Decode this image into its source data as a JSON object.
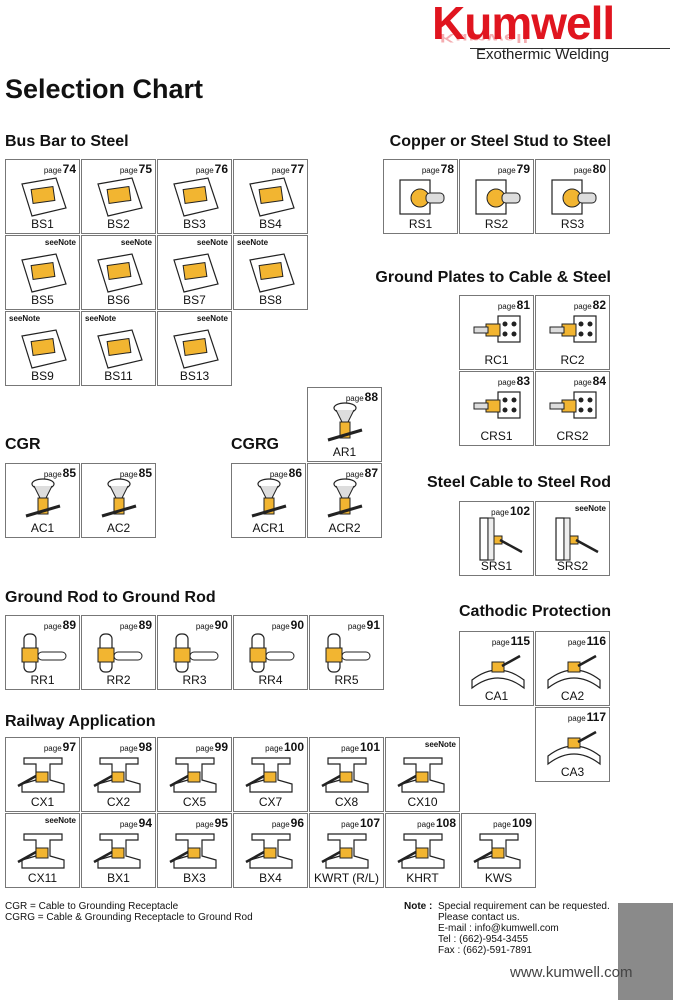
{
  "brand": {
    "name": "Kumwell",
    "tagline": "Exothermic Welding",
    "accent": "#e0151f",
    "product_color": "#f2b531"
  },
  "title": "Selection Chart",
  "sections": {
    "bus_bar": "Bus Bar to Steel",
    "stud": "Copper or Steel Stud to Steel",
    "ground_plates": "Ground Plates to Cable & Steel",
    "cgr": "CGR",
    "cgrg": "CGRG",
    "steel_cable": "Steel Cable to Steel Rod",
    "ground_rod": "Ground Rod to Ground Rod",
    "cathodic": "Cathodic Protection",
    "railway": "Railway Application"
  },
  "page_word": "page",
  "see_note": "seeNote",
  "items": [
    {
      "label": "BS1",
      "page": "74"
    },
    {
      "label": "BS2",
      "page": "75"
    },
    {
      "label": "BS3",
      "page": "76"
    },
    {
      "label": "BS4",
      "page": "77"
    },
    {
      "label": "BS5",
      "page": ""
    },
    {
      "label": "BS6",
      "page": ""
    },
    {
      "label": "BS7",
      "page": ""
    },
    {
      "label": "BS8",
      "page": ""
    },
    {
      "label": "BS9",
      "page": ""
    },
    {
      "label": "BS11",
      "page": ""
    },
    {
      "label": "BS13",
      "page": ""
    },
    {
      "label": "RS1",
      "page": "78"
    },
    {
      "label": "RS2",
      "page": "79"
    },
    {
      "label": "RS3",
      "page": "80"
    },
    {
      "label": "RC1",
      "page": "81"
    },
    {
      "label": "RC2",
      "page": "82"
    },
    {
      "label": "CRS1",
      "page": "83"
    },
    {
      "label": "CRS2",
      "page": "84"
    },
    {
      "label": "AR1",
      "page": "88"
    },
    {
      "label": "AC1",
      "page": "85"
    },
    {
      "label": "AC2",
      "page": "85"
    },
    {
      "label": "ACR1",
      "page": "86"
    },
    {
      "label": "ACR2",
      "page": "87"
    },
    {
      "label": "SRS1",
      "page": "102"
    },
    {
      "label": "SRS2",
      "page": ""
    },
    {
      "label": "RR1",
      "page": "89"
    },
    {
      "label": "RR2",
      "page": "89"
    },
    {
      "label": "RR3",
      "page": "90"
    },
    {
      "label": "RR4",
      "page": "90"
    },
    {
      "label": "RR5",
      "page": "91"
    },
    {
      "label": "CA1",
      "page": "115"
    },
    {
      "label": "CA2",
      "page": "116"
    },
    {
      "label": "CA3",
      "page": "117"
    },
    {
      "label": "CX1",
      "page": "97"
    },
    {
      "label": "CX2",
      "page": "98"
    },
    {
      "label": "CX5",
      "page": "99"
    },
    {
      "label": "CX7",
      "page": "100"
    },
    {
      "label": "CX8",
      "page": "101"
    },
    {
      "label": "CX10",
      "page": ""
    },
    {
      "label": "CX11",
      "page": ""
    },
    {
      "label": "BX1",
      "page": "94"
    },
    {
      "label": "BX3",
      "page": "95"
    },
    {
      "label": "BX4",
      "page": "96"
    },
    {
      "label": "KWRT (R/L)",
      "page": "107"
    },
    {
      "label": "KHRT",
      "page": "108"
    },
    {
      "label": "KWS",
      "page": "109"
    }
  ],
  "footer": {
    "cgr_def": "CGR = Cable to Grounding Receptacle",
    "cgrg_def": "CGRG = Cable & Grounding Receptacle to Ground Rod",
    "note_label": "Note :",
    "note_lines": [
      "Special requirement can be requested.",
      "Please contact us.",
      "E-mail : info@kumwell.com",
      "Tel : (662)-954-3455",
      "Fax : (662)-591-7891"
    ],
    "url": "www.kumwell.com"
  }
}
